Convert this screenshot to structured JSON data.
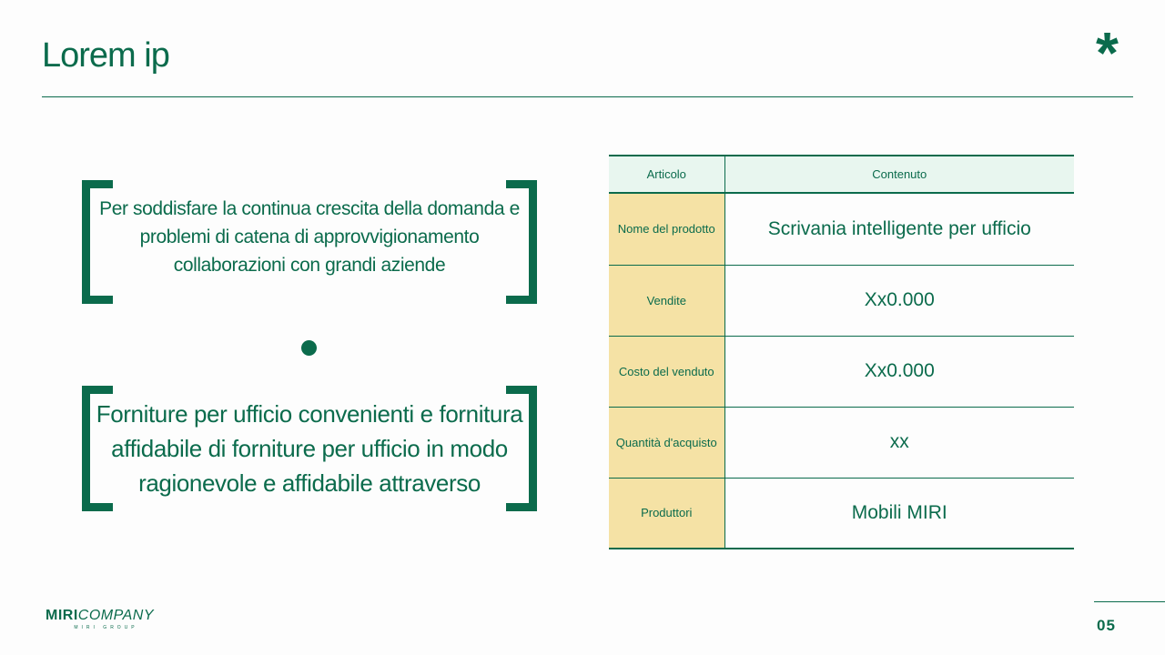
{
  "header": {
    "title": "Lorem ip",
    "asterisk": "*"
  },
  "left": {
    "top_text": "Per soddisfare la continua crescita della domanda e problemi di catena di approvvigionamento collaborazioni con grandi aziende",
    "bottom_text": "Forniture per ufficio convenienti e fornitura affidabile di forniture per ufficio in modo ragionevole e affidabile attraverso"
  },
  "table": {
    "headers": [
      "Articolo",
      "Contenuto"
    ],
    "rows": [
      {
        "key": "Nome del prodotto",
        "value": "Scrivania intelligente per ufficio"
      },
      {
        "key": "Vendite",
        "value": "Xx0.000"
      },
      {
        "key": "Costo del venduto",
        "value": "Xx0.000"
      },
      {
        "key": "Quantità d'acquisto",
        "value": "xx"
      },
      {
        "key": "Produttori",
        "value": "Mobili MIRI"
      }
    ]
  },
  "footer": {
    "logo_bold": "MIRI",
    "logo_thin": "COMPANY",
    "logo_sub": "MIRI GROUP",
    "page_number": "05"
  },
  "colors": {
    "accent": "#0b6b4c",
    "header_bg": "#e8f6ef",
    "key_bg": "#f5e2a5"
  }
}
